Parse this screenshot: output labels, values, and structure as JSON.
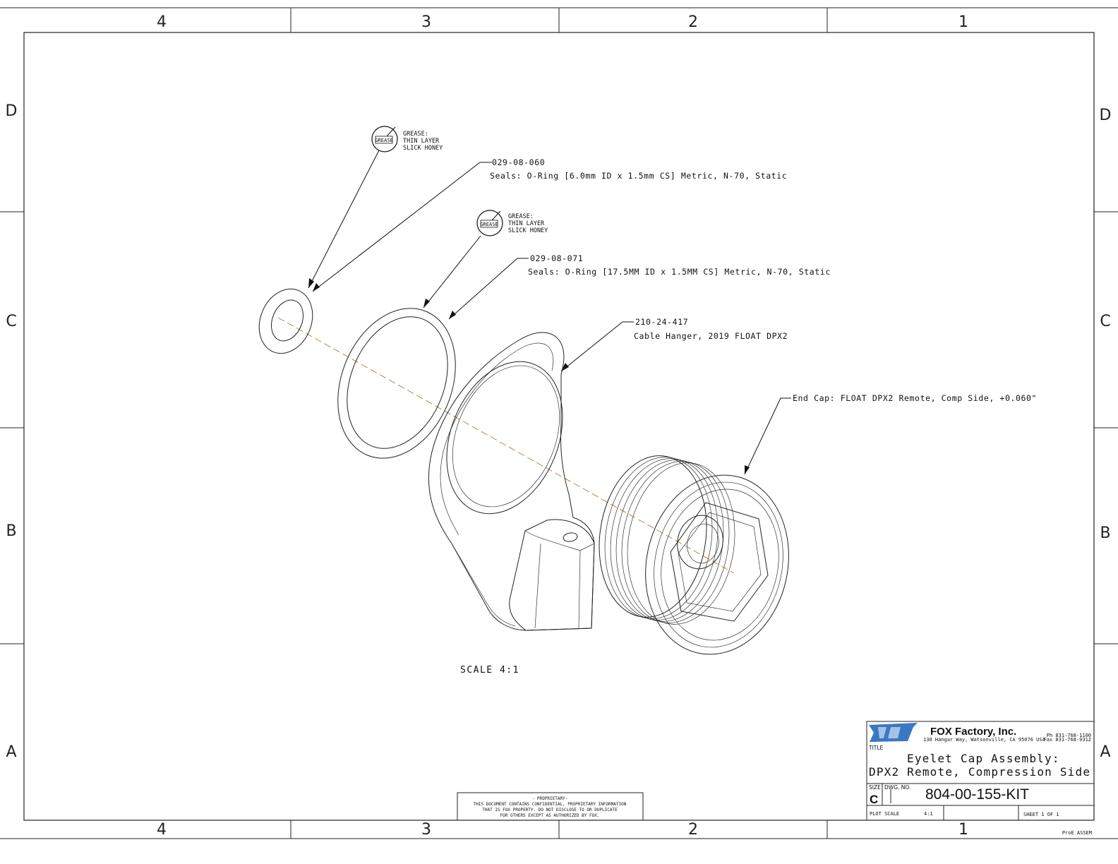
{
  "zones": {
    "columns": [
      "4",
      "3",
      "2",
      "1"
    ],
    "rows": [
      "D",
      "C",
      "B",
      "A"
    ]
  },
  "callouts": {
    "grease_note_1": {
      "line1": "GREASE:",
      "line2": "THIN LAYER",
      "line3": "SLICK HONEY",
      "icon_text": "GREASE"
    },
    "grease_note_2": {
      "line1": "GREASE:",
      "line2": "THIN LAYER",
      "line3": "SLICK HONEY",
      "icon_text": "GREASE"
    },
    "oring_small": {
      "part_number": "029-08-060",
      "description": "Seals: O-Ring [6.0mm ID x 1.5mm CS] Metric, N-70, Static"
    },
    "oring_large": {
      "part_number": "029-08-071",
      "description": "Seals: O-Ring [17.5MM ID x 1.5MM CS] Metric, N-70, Static"
    },
    "cable_hanger": {
      "part_number": "210-24-417",
      "description": "Cable Hanger, 2019 FLOAT DPX2"
    },
    "end_cap": {
      "description": "End Cap: FLOAT DPX2 Remote, Comp Side, +0.060\""
    }
  },
  "view_scale": "SCALE  4:1",
  "proprietary": {
    "line1": "- PROPRIETARY-",
    "line2": "THIS DOCUMENT CONTAINS CONFIDENTIAL, PROPRIETARY INFORMATION",
    "line3": "THAT IS FOX PROPERTY.  DO NOT DISCLOSE TO OR DUPLICATE",
    "line4": "FOR OTHERS EXCEPT AS AUTHORIZED BY FOX."
  },
  "title_block": {
    "company": "FOX Factory, Inc.",
    "address": "130 Hangar Way, Watsonville, CA 95076 USA",
    "phone": "Ph 831-768-1100",
    "fax": "Fax 831-768-9312",
    "title_label": "TITLE",
    "title_line1": "Eyelet Cap Assembly:",
    "title_line2": "DPX2 Remote, Compression Side",
    "size_label": "SIZE",
    "size_value": "C",
    "dwg_label": "DWG. NO.",
    "dwg_no": "804-00-155-KIT",
    "plot_scale_label": "PLOT SCALE",
    "plot_scale_value": "4:1",
    "sheet": "SHEET 1 OF 1",
    "model_type": "ProE ASSEM"
  },
  "colors": {
    "centerline": "#b07a3c",
    "logo": "#3a78c2"
  }
}
